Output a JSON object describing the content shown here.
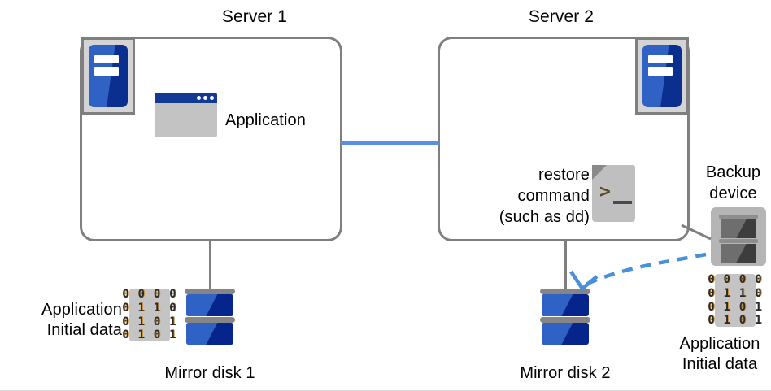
{
  "diagram": {
    "title_left": "Server 1",
    "title_right": "Server 2",
    "server1": {
      "name": "Server 1",
      "icon": "server-tower-icon",
      "app_label": "Application",
      "app_icon": "application-window-icon"
    },
    "server2": {
      "name": "Server 2",
      "icon": "server-tower-icon",
      "command_lines": [
        "restore",
        "command",
        "(such as dd)"
      ],
      "command_icon": "terminal-document-icon",
      "command_prompt": ">",
      "command_cursor": "_"
    },
    "backup_device": {
      "label_line1": "Backup",
      "label_line2": "device",
      "icon": "tape-backup-device-icon"
    },
    "disk_left": {
      "label": "Mirror disk 1",
      "icon": "mirror-disk-icon"
    },
    "disk_right": {
      "label": "Mirror disk 2",
      "icon": "mirror-disk-icon"
    },
    "data_left": {
      "label_line1": "Application",
      "label_line2": "Initial data",
      "binary_rows": [
        "0 0 0 0",
        "0 1 1 0",
        "0 1 0 1",
        "0 1 0 1"
      ]
    },
    "data_right": {
      "label_line1": "Application",
      "label_line2": "Initial data",
      "binary_rows": [
        "0 0 0 0",
        "0 1 1 0",
        "0 1 0 1",
        "0 1 0 1"
      ]
    },
    "connectors": {
      "server_link": "interconnect-line",
      "restore_flow": "dashed-arrow-backup-to-mirror-disk-2"
    },
    "colors": {
      "outline_gray": "#7f7f7f",
      "accent_blue": "#5b8fe0",
      "disk_blue_light": "#2f62c4",
      "disk_blue_dark": "#06258c",
      "panel_gray": "#c4c4c4",
      "title_bar": "#123a92"
    }
  }
}
